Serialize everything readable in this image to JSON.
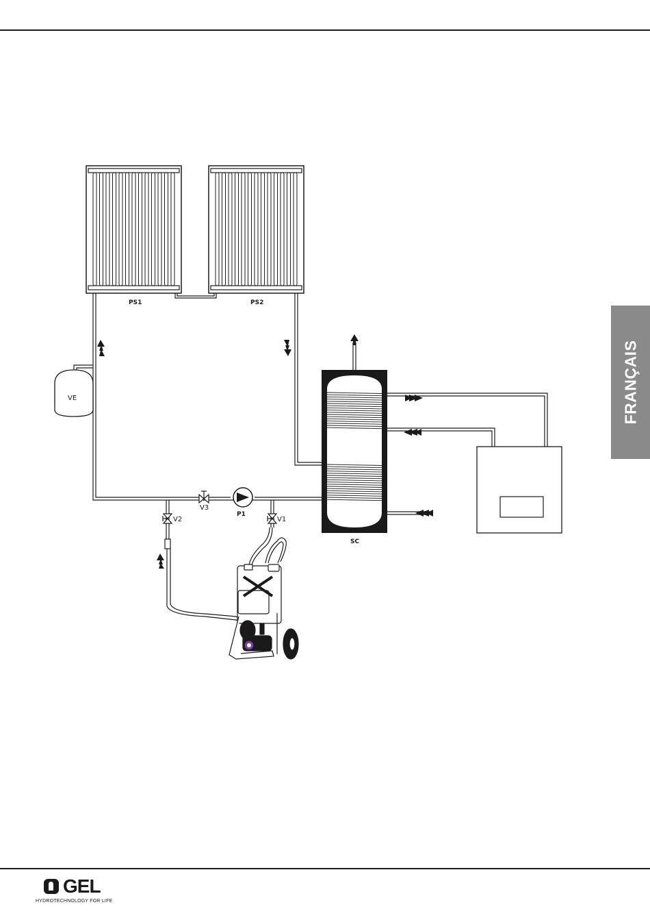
{
  "diagram": {
    "labels": {
      "panel1": "PS1",
      "panel2": "PS2",
      "expansion_vessel": "VE",
      "tank": "SC",
      "pump": "P1",
      "valve1": "V1",
      "valve2": "V2",
      "valve3": "V3"
    }
  },
  "side_tab": {
    "text": "FRANÇAIS"
  },
  "footer": {
    "logo_text": "GEL",
    "tagline": "HYDROTECHNOLOGY FOR LIFE"
  },
  "colors": {
    "line": "#1a1a1a",
    "side_tab_bg": "#8a8a8a",
    "pump_accent": "#7a3fa0"
  }
}
